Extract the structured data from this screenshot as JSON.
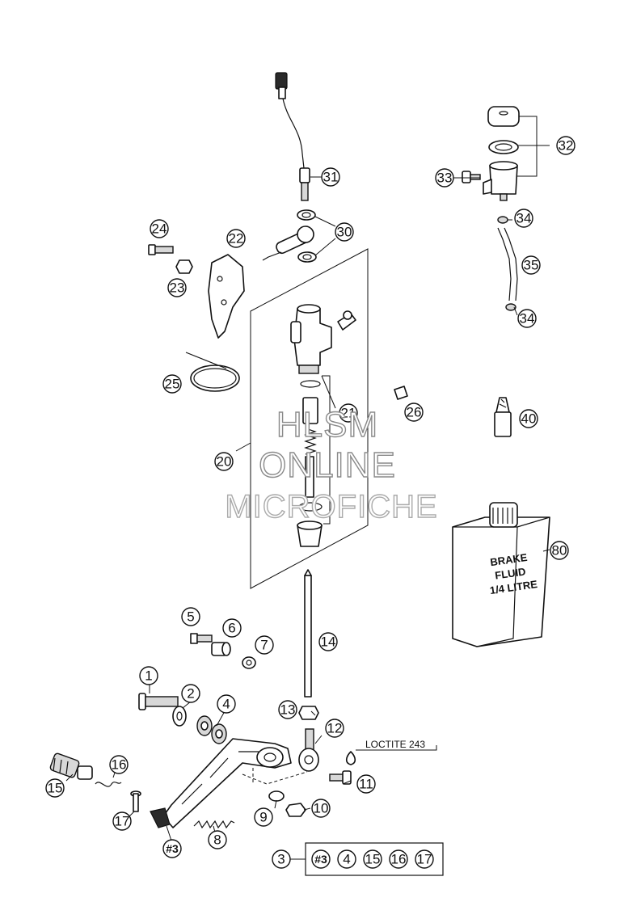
{
  "diagram": {
    "callouts": [
      {
        "id": "c1",
        "label": "1"
      },
      {
        "id": "c2",
        "label": "2"
      },
      {
        "id": "c3",
        "label": "3"
      },
      {
        "id": "c4",
        "label": "4"
      },
      {
        "id": "c5",
        "label": "5"
      },
      {
        "id": "c6",
        "label": "6"
      },
      {
        "id": "c7",
        "label": "7"
      },
      {
        "id": "c8",
        "label": "8"
      },
      {
        "id": "c9",
        "label": "9"
      },
      {
        "id": "c10",
        "label": "10"
      },
      {
        "id": "c11",
        "label": "11"
      },
      {
        "id": "c12",
        "label": "12"
      },
      {
        "id": "c13",
        "label": "13"
      },
      {
        "id": "c14",
        "label": "14"
      },
      {
        "id": "c15",
        "label": "15"
      },
      {
        "id": "c16",
        "label": "16"
      },
      {
        "id": "c17",
        "label": "17"
      },
      {
        "id": "c20",
        "label": "20"
      },
      {
        "id": "c21",
        "label": "21"
      },
      {
        "id": "c22",
        "label": "22"
      },
      {
        "id": "c23",
        "label": "23"
      },
      {
        "id": "c24",
        "label": "24"
      },
      {
        "id": "c25",
        "label": "25"
      },
      {
        "id": "c26",
        "label": "26"
      },
      {
        "id": "c30",
        "label": "30"
      },
      {
        "id": "c31",
        "label": "31"
      },
      {
        "id": "c32",
        "label": "32"
      },
      {
        "id": "c33",
        "label": "33"
      },
      {
        "id": "c34a",
        "label": "34"
      },
      {
        "id": "c34b",
        "label": "34"
      },
      {
        "id": "c35",
        "label": "35"
      },
      {
        "id": "c40",
        "label": "40"
      },
      {
        "id": "c80",
        "label": "80"
      },
      {
        "id": "c3b",
        "label": "#3"
      }
    ],
    "kit_box": {
      "items": [
        "#3",
        "4",
        "15",
        "16",
        "17"
      ]
    },
    "note": "LOCTITE 243",
    "bottle_label": [
      "BRAKE",
      "FLUID",
      "1/4 LITRE"
    ],
    "watermark": [
      "HLSM",
      "ONLINE",
      "MICROFICHE"
    ]
  }
}
